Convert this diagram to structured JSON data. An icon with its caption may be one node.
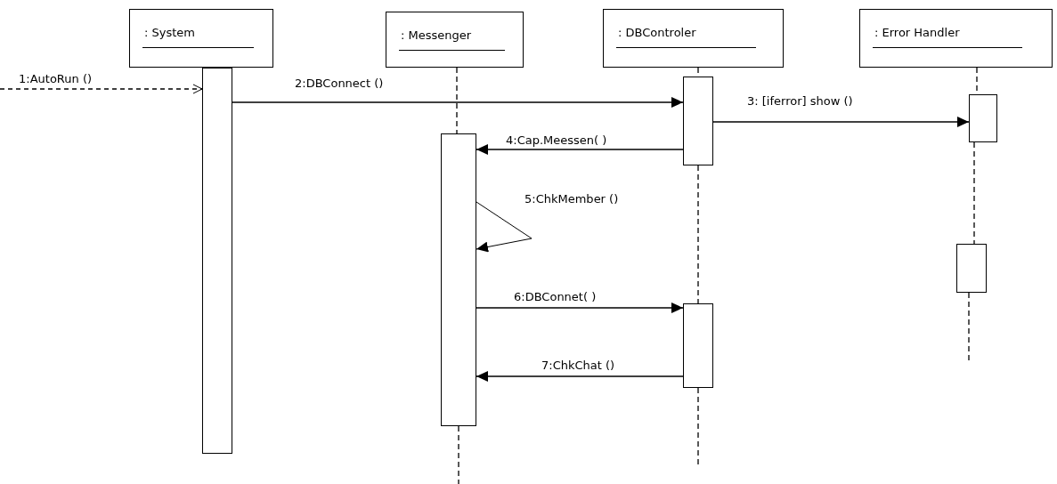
{
  "diagram": {
    "nodes": [
      {
        "text": [
          ": System"
        ]
      },
      {
        "text": [
          ": Messenger"
        ]
      },
      {
        "text": [
          ": DBControler"
        ]
      },
      {
        "text": [
          ": Error Handler"
        ]
      },
      {
        "text": [],
        "shape": "bar"
      },
      {
        "text": [],
        "shape": "bar"
      },
      {
        "text": [],
        "shape": "bar"
      },
      {
        "text": [],
        "shape": "bar"
      },
      {
        "text": [],
        "shape": "bar"
      },
      {
        "text": [],
        "shape": "bar"
      }
    ],
    "edges": [
      {
        "from": null,
        "to": 4,
        "arrow": "to",
        "label": "1:AutoRun ()",
        "style": "dashed"
      },
      {
        "from": 4,
        "to": 6,
        "arrow": "to",
        "label": "2:DBConnect ()"
      },
      {
        "from": 6,
        "to": 8,
        "arrow": "to",
        "label": "3: [iferror] show ()"
      },
      {
        "from": 6,
        "to": 5,
        "arrow": "to",
        "label": "4:Cap.Meessen( )"
      },
      {
        "from": 5,
        "to": 5,
        "arrow": "to",
        "label": "5:ChkMember ()"
      },
      {
        "from": 5,
        "to": 7,
        "arrow": "to",
        "label": "6:DBConnet( )"
      },
      {
        "from": 7,
        "to": 5,
        "arrow": "to",
        "label": "7:ChkChat ()"
      },
      {
        "from": 1,
        "to": 5,
        "arrow": "none",
        "style": "dashed"
      },
      {
        "from": 5,
        "to": null,
        "arrow": "none",
        "style": "dashed"
      },
      {
        "from": 2,
        "to": 6,
        "arrow": "none",
        "style": "dashed"
      },
      {
        "from": 6,
        "to": 7,
        "arrow": "none",
        "style": "dashed"
      },
      {
        "from": 7,
        "to": null,
        "arrow": "none",
        "style": "dashed"
      },
      {
        "from": 3,
        "to": 8,
        "arrow": "none",
        "style": "dashed"
      },
      {
        "from": 8,
        "to": 9,
        "arrow": "none",
        "style": "dashed"
      },
      {
        "from": 9,
        "to": null,
        "arrow": "none",
        "style": "dashed"
      }
    ]
  }
}
